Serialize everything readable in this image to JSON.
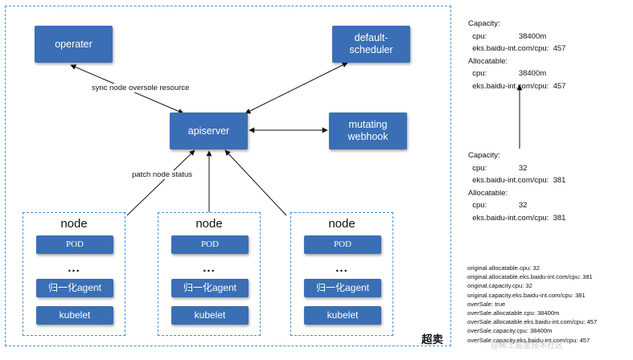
{
  "boxes": {
    "operater": "operater",
    "scheduler": "default-\nscheduler",
    "apiserver": "apiserver",
    "webhook": "mutating\nwebhook"
  },
  "labels": {
    "sync": "sync node oversole resource",
    "patch": "patch  node status"
  },
  "nodes": [
    {
      "title": "node",
      "pod": "POD",
      "dots": "...",
      "agent": "归一化agent",
      "kubelet": "kubelet"
    },
    {
      "title": "node",
      "pod": "POD",
      "dots": "...",
      "agent": "归一化agent",
      "kubelet": "kubelet"
    },
    {
      "title": "node",
      "pod": "POD",
      "dots": "...",
      "agent": "归一化agent",
      "kubelet": "kubelet"
    }
  ],
  "resources_top": "Capacity:\n  cpu:               38400m\n  eks.baidu-int.com/cpu:  457\nAllocatable:\n  cpu:               38400m\n  eks.baidu-int.com/cpu:  457",
  "resources_mid": "Capacity:\n  cpu:               32\n  eks.baidu-int.com/cpu:  381\nAllocatable:\n  cpu:               32\n  eks.baidu-int.com/cpu:  381",
  "annotations": "original.allocatable.cpu: 32\noriginal.allocatable.eks.baidu-int.com/cpu: 381\noriginal.capacity.cpu: 32\noriginal.capacity.eks.baidu-int.com/cpu: 381\noverSale: true\noverSale.allocatable.cpu: 38400m\noverSale.allocatable.eks.baidu-int.com/cpu: 457\noverSale.capacity.cpu: 38400m\noverSale.capacity.eks.baidu-int.com/cpu: 457",
  "caption": "超卖",
  "watermark": "@稀土掘金技术社区",
  "colors": {
    "box": "#3a6fb5",
    "dashed": "#4a90d9"
  }
}
